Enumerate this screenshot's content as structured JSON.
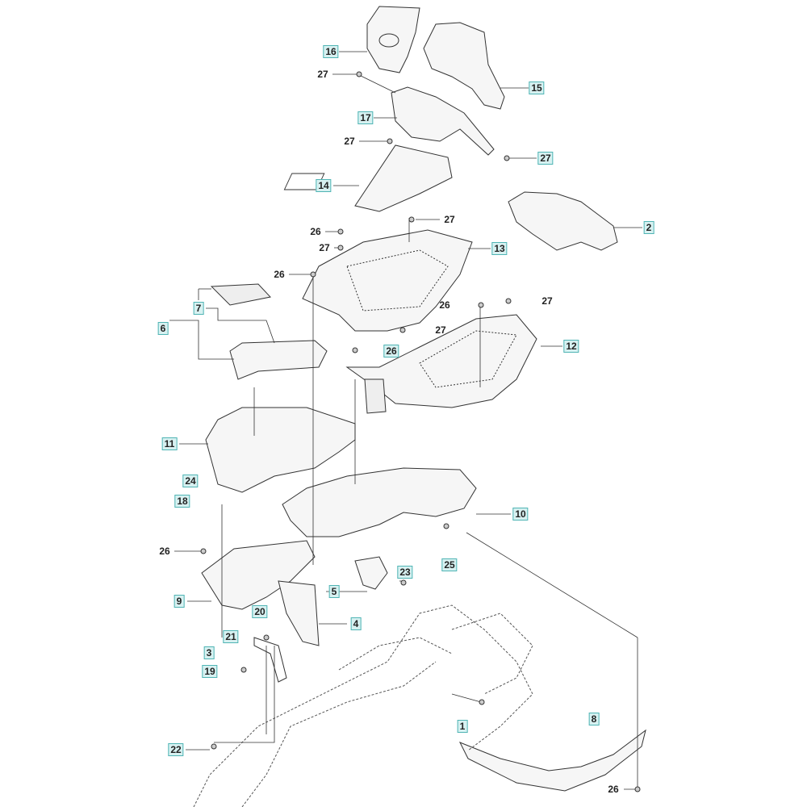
{
  "callouts": [
    {
      "text": "16",
      "boxed": true
    },
    {
      "text": "27",
      "boxed": false
    },
    {
      "text": "15",
      "boxed": true
    },
    {
      "text": "17",
      "boxed": true
    },
    {
      "text": "27",
      "boxed": false
    },
    {
      "text": "27",
      "boxed": true
    },
    {
      "text": "14",
      "boxed": true
    },
    {
      "text": "27",
      "boxed": false
    },
    {
      "text": "2",
      "boxed": true
    },
    {
      "text": "26",
      "boxed": false
    },
    {
      "text": "27",
      "boxed": false
    },
    {
      "text": "13",
      "boxed": true
    },
    {
      "text": "26",
      "boxed": false
    },
    {
      "text": "7",
      "boxed": true
    },
    {
      "text": "26",
      "boxed": false
    },
    {
      "text": "27",
      "boxed": false
    },
    {
      "text": "6",
      "boxed": true
    },
    {
      "text": "27",
      "boxed": false
    },
    {
      "text": "26",
      "boxed": true
    },
    {
      "text": "12",
      "boxed": true
    },
    {
      "text": "11",
      "boxed": true
    },
    {
      "text": "24",
      "boxed": true
    },
    {
      "text": "18",
      "boxed": true
    },
    {
      "text": "10",
      "boxed": true
    },
    {
      "text": "26",
      "boxed": false
    },
    {
      "text": "25",
      "boxed": true
    },
    {
      "text": "23",
      "boxed": true
    },
    {
      "text": "5",
      "boxed": true
    },
    {
      "text": "9",
      "boxed": true
    },
    {
      "text": "4",
      "boxed": true
    },
    {
      "text": "20",
      "boxed": true
    },
    {
      "text": "21",
      "boxed": true
    },
    {
      "text": "3",
      "boxed": true
    },
    {
      "text": "19",
      "boxed": true
    },
    {
      "text": "1",
      "boxed": true
    },
    {
      "text": "8",
      "boxed": true
    },
    {
      "text": "22",
      "boxed": true
    },
    {
      "text": "26",
      "boxed": false
    }
  ],
  "colors": {
    "callout_box_fill": "#d7f1f1",
    "callout_box_border": "#4fb4b4",
    "line": "#333333"
  }
}
